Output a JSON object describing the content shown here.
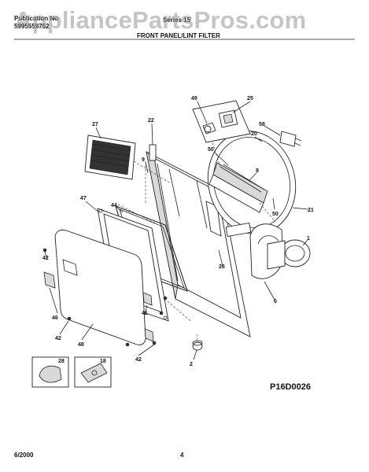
{
  "watermark": "AppliancePartsPros.com",
  "header": {
    "pub_label": "Publication No",
    "pub_value": "5995559752",
    "series_label": "Series 15",
    "section_title": "FRONT PANEL/LINT FILTER"
  },
  "callouts": {
    "c49": "49",
    "c25": "25",
    "c27": "27",
    "c22": "22",
    "c58": "58",
    "c20": "20",
    "c50a": "50",
    "c9": "9",
    "c8": "8",
    "c47": "47",
    "c44": "44",
    "c50b": "50",
    "c21": "21",
    "c42a": "42",
    "c1": "1",
    "c26": "26",
    "c6": "6",
    "c46": "46",
    "c41": "41",
    "c42b": "42",
    "c48": "48",
    "c42c": "42",
    "c2": "2",
    "c28": "28",
    "c18": "18"
  },
  "diagram_code": "P16D0026",
  "footer": {
    "date": "6/2000",
    "page": "4"
  }
}
